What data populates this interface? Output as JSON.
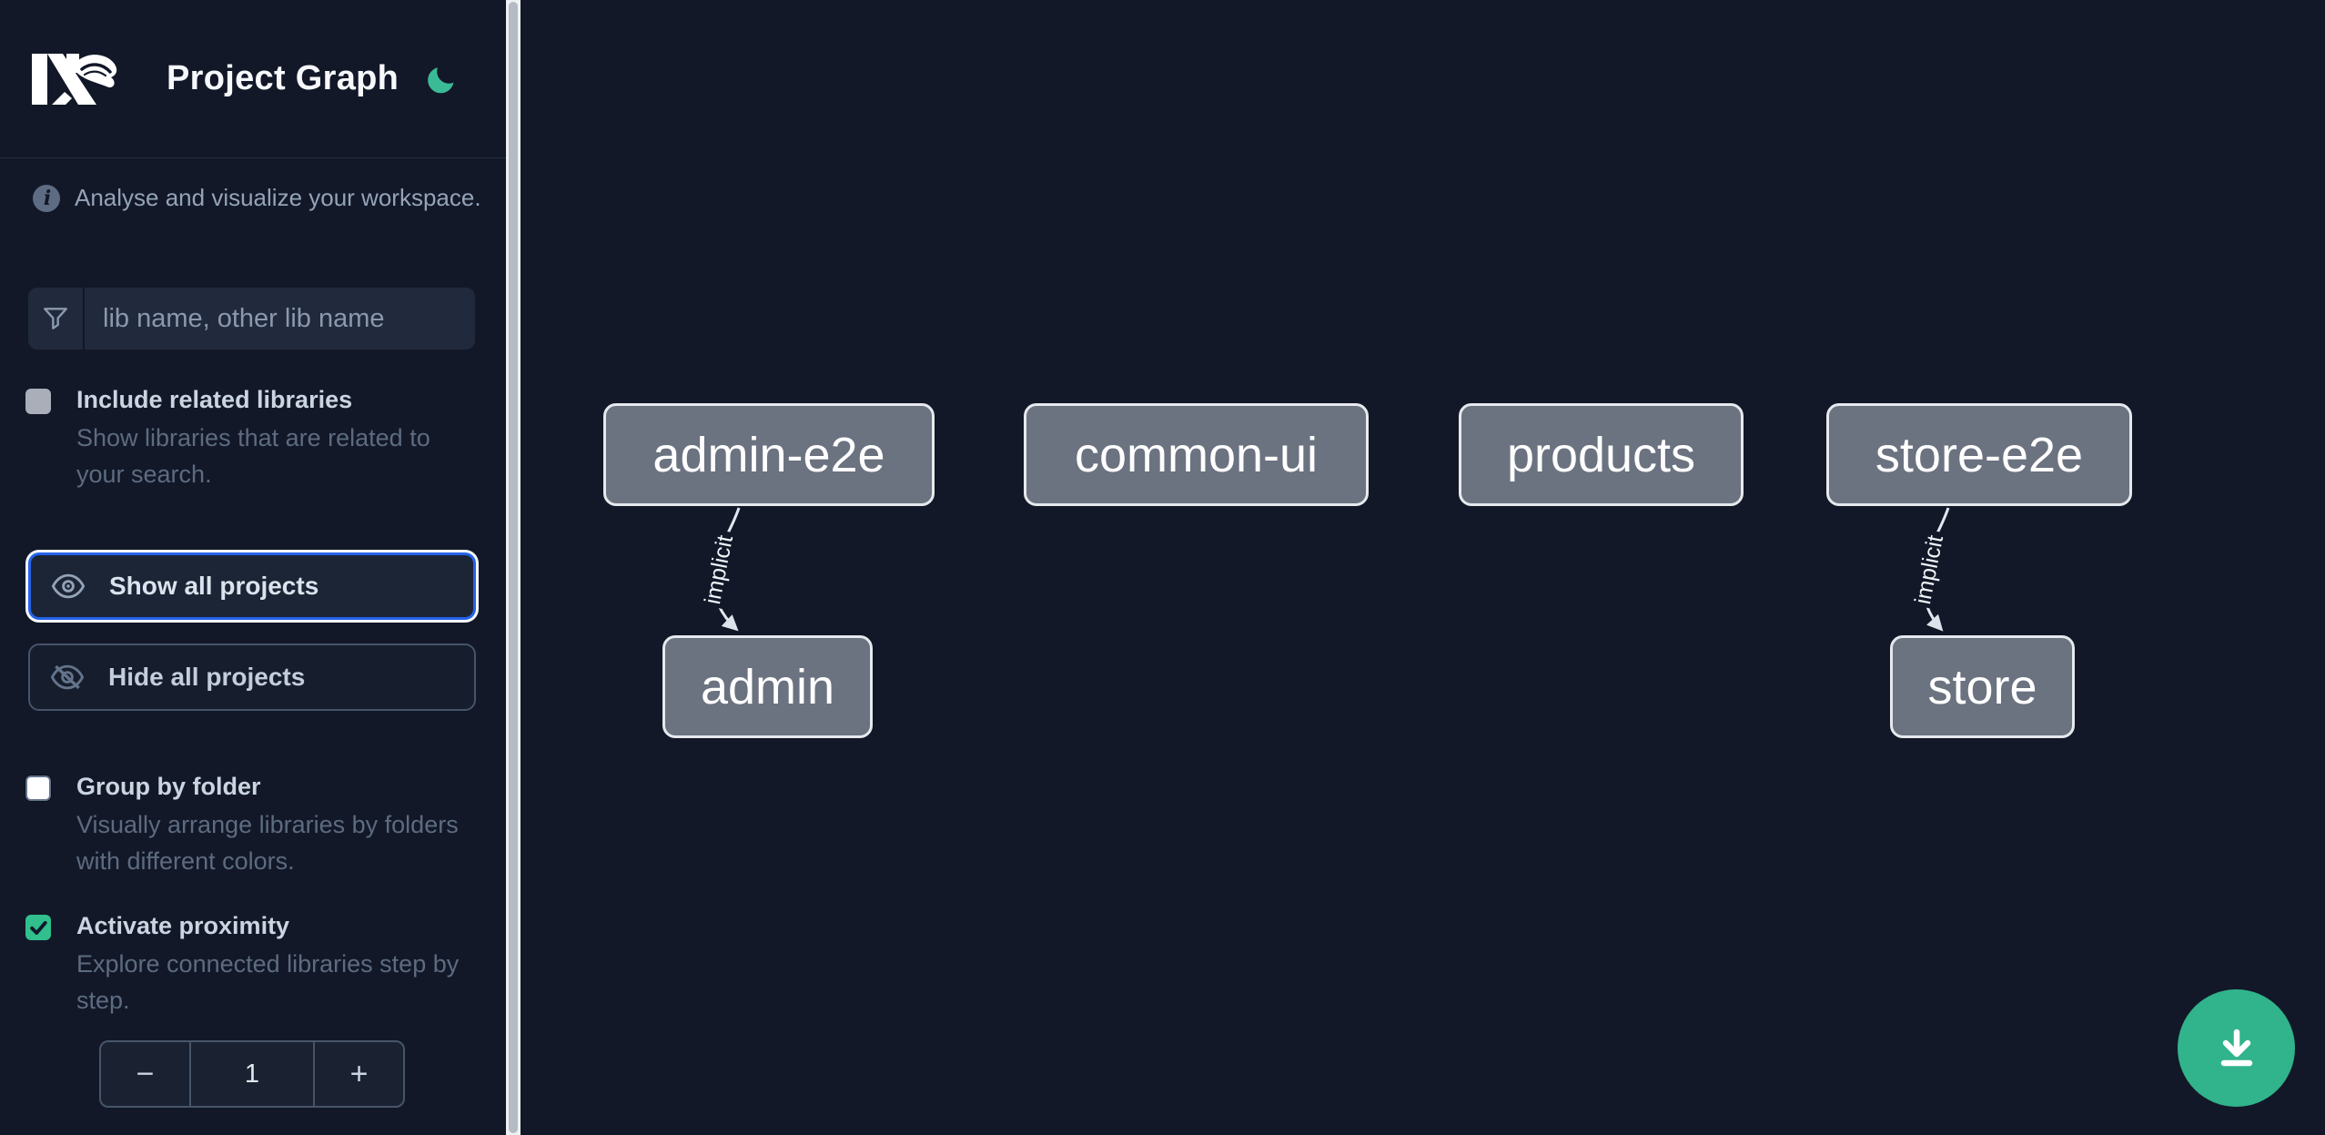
{
  "header": {
    "title": "Project Graph"
  },
  "sidebar": {
    "tagline": "Analyse and visualize your workspace.",
    "search": {
      "placeholder": "lib name, other lib name",
      "value": ""
    },
    "include_related": {
      "label": "Include related libraries",
      "description": "Show libraries that are related to your search.",
      "checked": false
    },
    "show_all_label": "Show all projects",
    "hide_all_label": "Hide all projects",
    "group_by_folder": {
      "label": "Group by folder",
      "description": "Visually arrange libraries by folders with different colors.",
      "checked": false
    },
    "activate_proximity": {
      "label": "Activate proximity",
      "description": "Explore connected libraries step by step.",
      "checked": true
    },
    "proximity_stepper": {
      "decrement_label": "−",
      "value": "1",
      "increment_label": "+"
    }
  },
  "graph": {
    "nodes": [
      {
        "label": "admin-e2e"
      },
      {
        "label": "common-ui"
      },
      {
        "label": "products"
      },
      {
        "label": "store-e2e"
      },
      {
        "label": "admin"
      },
      {
        "label": "store"
      }
    ],
    "edges": [
      {
        "source": "admin-e2e",
        "target": "admin",
        "label": "implicit"
      },
      {
        "source": "store-e2e",
        "target": "store",
        "label": "implicit"
      }
    ]
  },
  "colors": {
    "background": "#121828",
    "accent_moon": "#3abb96",
    "accent_fab": "#31b38b",
    "accent_checkbox": "#30bf8d",
    "focus_blue": "#2563eb",
    "node_fill": "#6b7280",
    "node_border": "#e6e9ed",
    "edge": "#e2e8f0"
  }
}
